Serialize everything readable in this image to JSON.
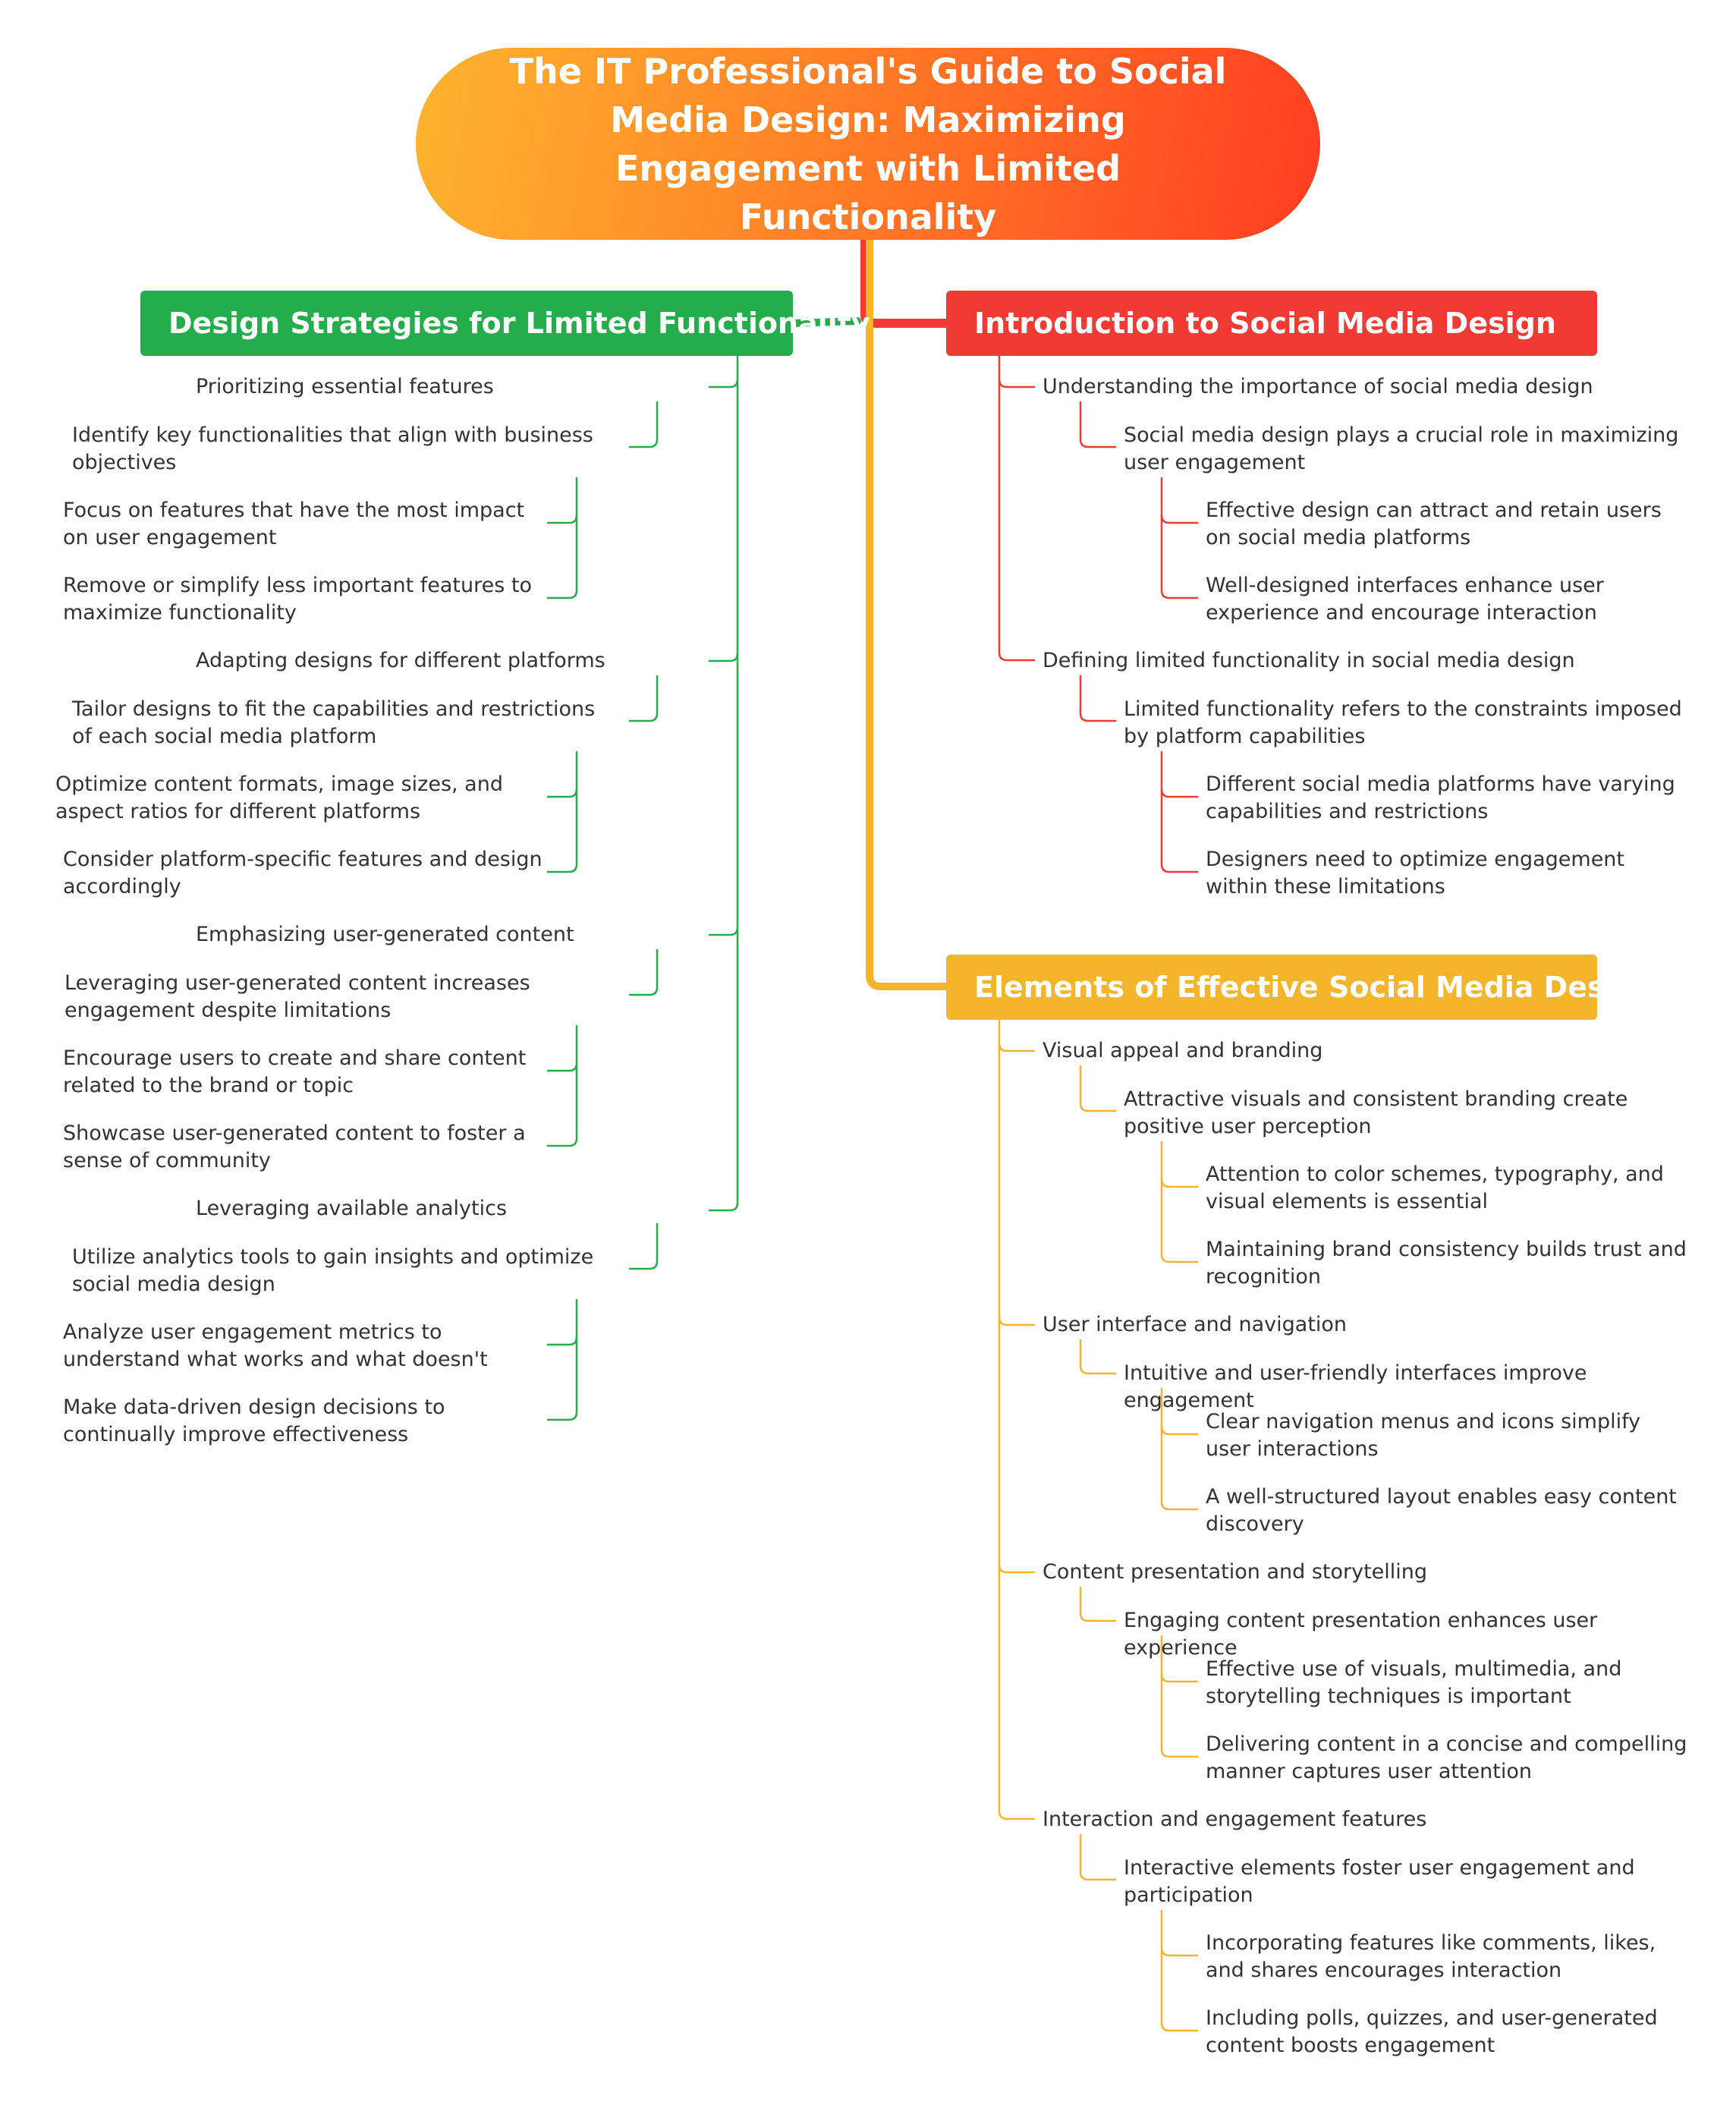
{
  "title": "The IT Professional's Guide to Social Media Design: Maximizing Engagement with Limited Functionality",
  "colors": {
    "root_gradient": [
      "#fdb52f",
      "#ff7a25",
      "#ff3d22"
    ],
    "design_branch": "#23ae4b",
    "intro_branch": "#f03a33",
    "elements_branch": "#f5b52a",
    "node_text": "#333333"
  },
  "branches": {
    "design": {
      "label": "Design Strategies for Limited Functionality",
      "topics": [
        {
          "label": "Prioritizing essential features",
          "sub": "Identify key functionalities that align with business objectives",
          "details": [
            "Focus on features that have the most impact on user engagement",
            "Remove or simplify less important features to maximize functionality"
          ]
        },
        {
          "label": "Adapting designs for different platforms",
          "sub": "Tailor designs to fit the capabilities and restrictions of each social media platform",
          "details": [
            "Optimize content formats, image sizes, and aspect ratios for different platforms",
            "Consider platform-specific features and design accordingly"
          ]
        },
        {
          "label": "Emphasizing user-generated content",
          "sub": "Leveraging user-generated content increases engagement despite limitations",
          "details": [
            "Encourage users to create and share content related to the brand or topic",
            "Showcase user-generated content to foster a sense of community"
          ]
        },
        {
          "label": "Leveraging available analytics",
          "sub": "Utilize analytics tools to gain insights and optimize social media design",
          "details": [
            "Analyze user engagement metrics to understand what works and what doesn't",
            "Make data-driven design decisions to continually improve effectiveness"
          ]
        }
      ]
    },
    "intro": {
      "label": "Introduction to Social Media Design",
      "topics": [
        {
          "label": "Understanding the importance of social media design",
          "sub": "Social media design plays a crucial role in maximizing user engagement",
          "details": [
            "Effective design can attract and retain users on social media platforms",
            "Well-designed interfaces enhance user experience and encourage interaction"
          ]
        },
        {
          "label": "Defining limited functionality in social media design",
          "sub": "Limited functionality refers to the constraints imposed by platform capabilities",
          "details": [
            "Different social media platforms have varying capabilities and restrictions",
            "Designers need to optimize engagement within these limitations"
          ]
        }
      ]
    },
    "elements": {
      "label": "Elements of Effective Social Media Design",
      "topics": [
        {
          "label": "Visual appeal and branding",
          "sub": "Attractive visuals and consistent branding create positive user perception",
          "details": [
            "Attention to color schemes, typography, and visual elements is essential",
            "Maintaining brand consistency builds trust and recognition"
          ]
        },
        {
          "label": "User interface and navigation",
          "sub": "Intuitive and user-friendly interfaces improve engagement",
          "details": [
            "Clear navigation menus and icons simplify user interactions",
            "A well-structured layout enables easy content discovery"
          ]
        },
        {
          "label": "Content presentation and storytelling",
          "sub": "Engaging content presentation enhances user experience",
          "details": [
            "Effective use of visuals, multimedia, and storytelling techniques is important",
            "Delivering content in a concise and compelling manner captures user attention"
          ]
        },
        {
          "label": "Interaction and engagement features",
          "sub": "Interactive elements foster user engagement and participation",
          "details": [
            "Incorporating features like comments, likes, and shares encourages interaction",
            "Including polls, quizzes, and user-generated content boosts engagement"
          ]
        }
      ]
    }
  }
}
